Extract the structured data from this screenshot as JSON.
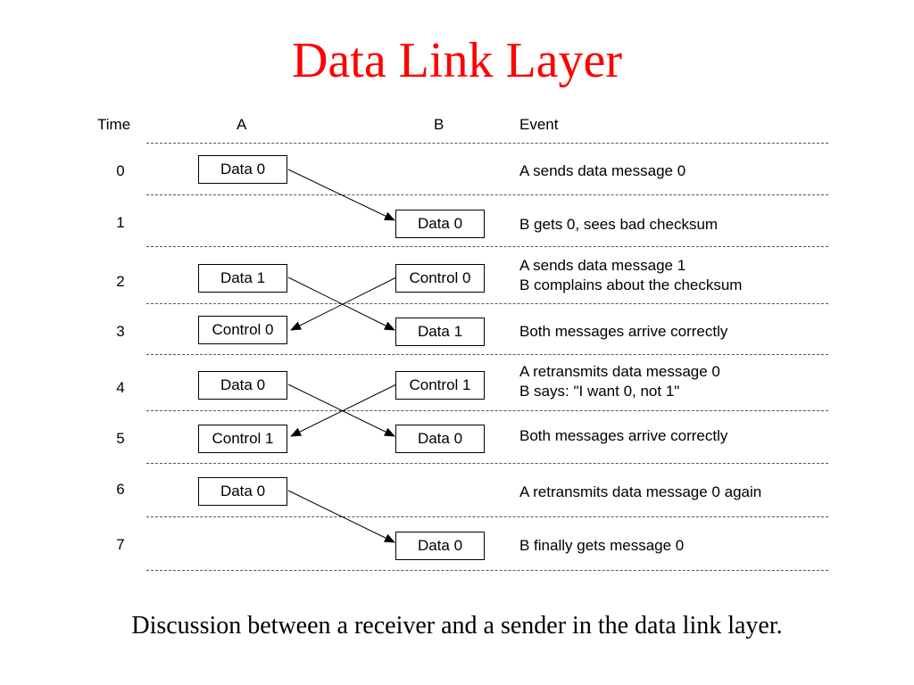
{
  "title": "Data Link Layer",
  "caption": "Discussion between a receiver and a sender in the data link layer.",
  "headers": {
    "time": "Time",
    "a": "A",
    "b": "B",
    "event": "Event"
  },
  "rows": [
    {
      "time": "0",
      "a_box": "Data 0",
      "b_box": "",
      "event": "A sends data message 0"
    },
    {
      "time": "1",
      "a_box": "",
      "b_box": "Data 0",
      "event": "B gets 0, sees bad checksum"
    },
    {
      "time": "2",
      "a_box": "Data 1",
      "b_box": "Control 0",
      "event": "A sends data message 1",
      "event2": "B complains about the checksum"
    },
    {
      "time": "3",
      "a_box": "Control 0",
      "b_box": "Data 1",
      "event": "Both messages arrive correctly"
    },
    {
      "time": "4",
      "a_box": "Data 0",
      "b_box": "Control 1",
      "event": "A retransmits data message 0",
      "event2": "B says: \"I want 0, not 1\""
    },
    {
      "time": "5",
      "a_box": "Control 1",
      "b_box": "Data 0",
      "event": "Both messages arrive correctly"
    },
    {
      "time": "6",
      "a_box": "Data 0",
      "b_box": "",
      "event": "A retransmits data message 0 again"
    },
    {
      "time": "7",
      "a_box": "",
      "b_box": "Data 0",
      "event": "B finally gets message 0"
    }
  ]
}
